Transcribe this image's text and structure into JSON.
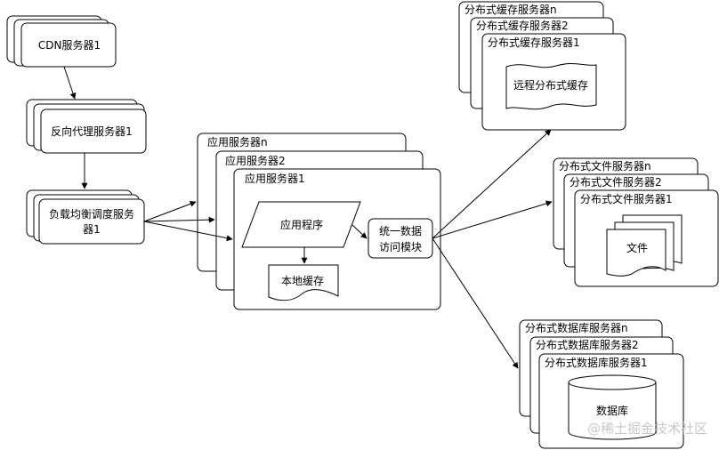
{
  "diagram": {
    "cdn": {
      "label": "CDN服务器1"
    },
    "proxy": {
      "label": "反向代理服务器1"
    },
    "lb": {
      "label_line1": "负载均衡调度服务",
      "label_line2": "器1"
    },
    "app": {
      "server_n": "应用服务器n",
      "server_2": "应用服务器2",
      "server_1": "应用服务器1",
      "program": "应用程序",
      "local_cache": "本地缓存",
      "unified_line1": "统一数据",
      "unified_line2": "访问模块"
    },
    "cache": {
      "server_n": "分布式缓存服务器n",
      "server_2": "分布式缓存服务器2",
      "server_1": "分布式缓存服务器1",
      "remote_cache": "远程分布式缓存"
    },
    "file": {
      "server_n": "分布式文件服务器n",
      "server_2": "分布式文件服务器2",
      "server_1": "分布式文件服务器1",
      "file": "文件"
    },
    "db": {
      "server_n": "分布式数据库服务器n",
      "server_2": "分布式数据库服务器2",
      "server_1": "分布式数据库服务器1",
      "database": "数据库"
    },
    "watermark": "@稀土掘金技术社区"
  }
}
